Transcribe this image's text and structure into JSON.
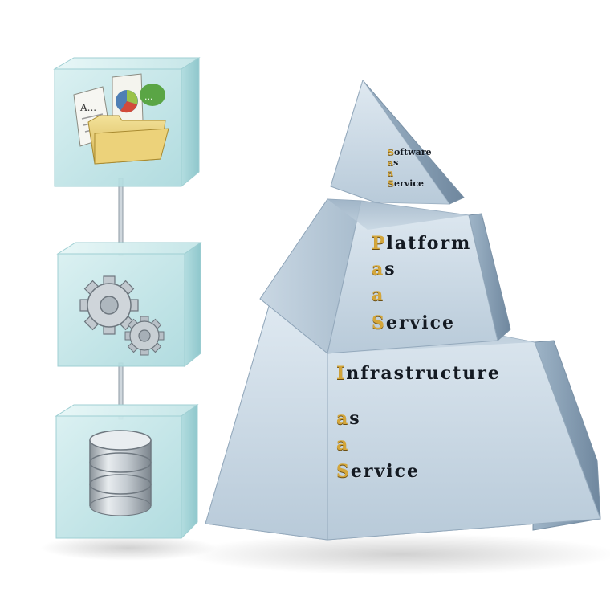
{
  "pyramid": {
    "saas": [
      {
        "initial": "S",
        "rest": "oftware"
      },
      {
        "initial": "a",
        "rest": "s"
      },
      {
        "initial": "a",
        "rest": ""
      },
      {
        "initial": "S",
        "rest": "ervice"
      }
    ],
    "paas": [
      {
        "initial": "P",
        "rest": "latform"
      },
      {
        "initial": "a",
        "rest": "s"
      },
      {
        "initial": "a",
        "rest": ""
      },
      {
        "initial": "S",
        "rest": "ervice"
      }
    ],
    "iaas": [
      {
        "initial": "I",
        "rest": "nfrastructure"
      },
      {
        "initial": "a",
        "rest": "s"
      },
      {
        "initial": "a",
        "rest": ""
      },
      {
        "initial": "S",
        "rest": "ervice"
      }
    ]
  },
  "stack_icons": [
    "folder-documents-icon",
    "gears-icon",
    "database-icon"
  ],
  "colors": {
    "pyramid_light": "#dbe6ef",
    "pyramid_dark": "#7f97ad",
    "cube_tint": "#bfe3e6",
    "initial_gold": "#d4a63a",
    "text_dark": "#141a22"
  }
}
